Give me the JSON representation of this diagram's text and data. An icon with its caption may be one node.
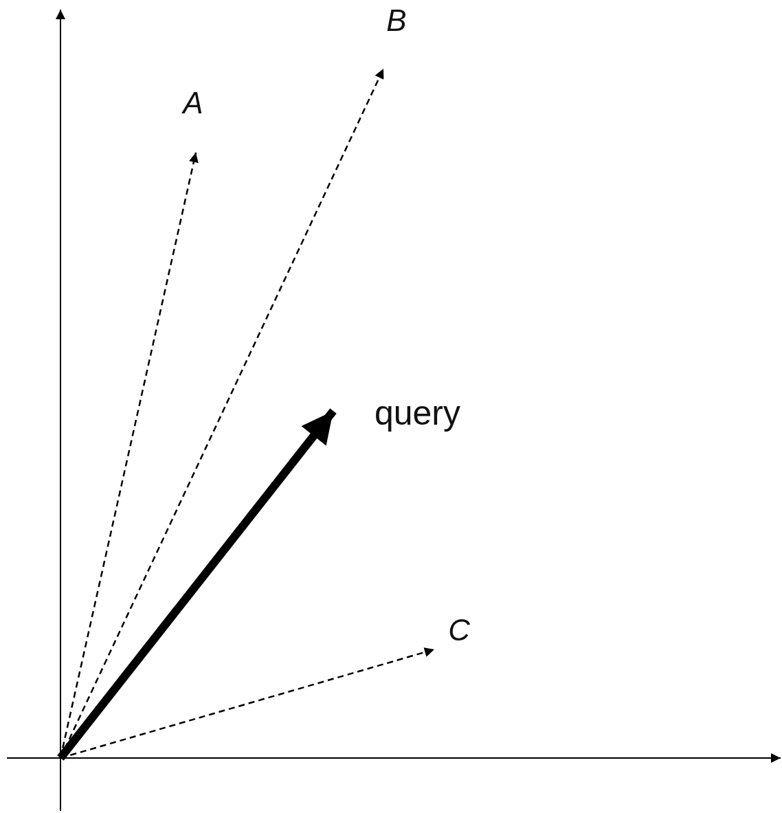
{
  "diagram": {
    "nodes": [
      {
        "text": [
          "A"
        ]
      },
      {
        "text": [
          "B"
        ]
      },
      {
        "text": [
          "query"
        ]
      },
      {
        "text": [
          "C"
        ]
      }
    ],
    "edges": [
      {
        "from": null,
        "to": 0,
        "arrow": "to",
        "style": "dashed"
      },
      {
        "from": null,
        "to": 1,
        "arrow": "to",
        "style": "dashed"
      },
      {
        "from": null,
        "to": 2,
        "arrow": "to",
        "style": "thick"
      },
      {
        "from": null,
        "to": 3,
        "arrow": "to",
        "style": "dashed"
      }
    ]
  }
}
